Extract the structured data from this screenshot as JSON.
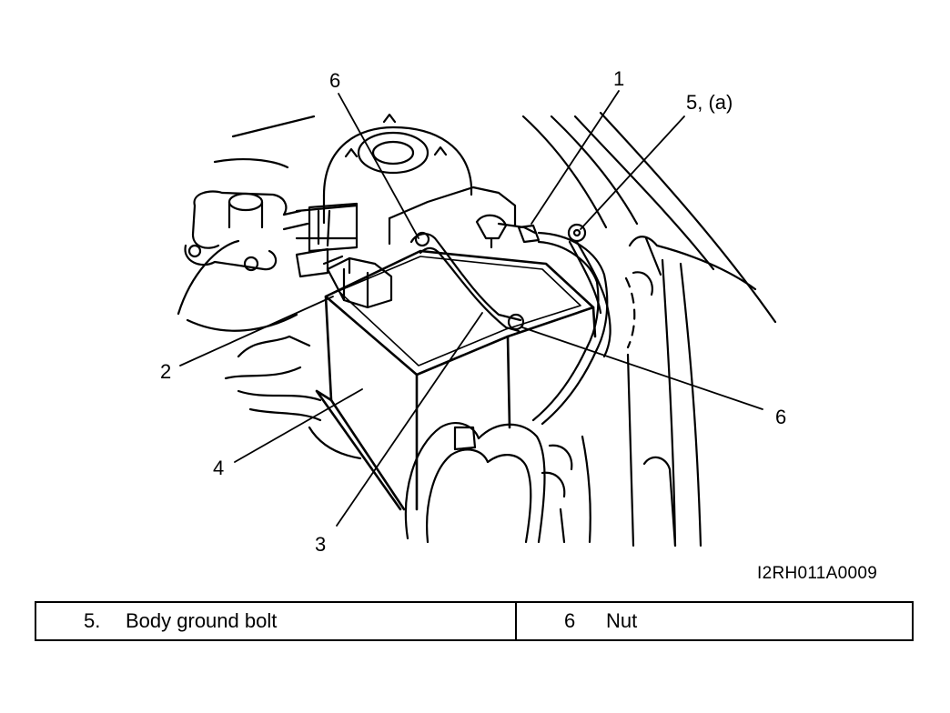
{
  "callouts": {
    "c1": "1",
    "c2": "2",
    "c3": "3",
    "c4": "4",
    "c5": "5, (a)",
    "c6_top": "6",
    "c6_right": "6"
  },
  "figure_code": "I2RH011A0009",
  "legend": [
    {
      "number": "5.",
      "description": "Body ground bolt"
    },
    {
      "number": "6",
      "description": "Nut"
    }
  ]
}
